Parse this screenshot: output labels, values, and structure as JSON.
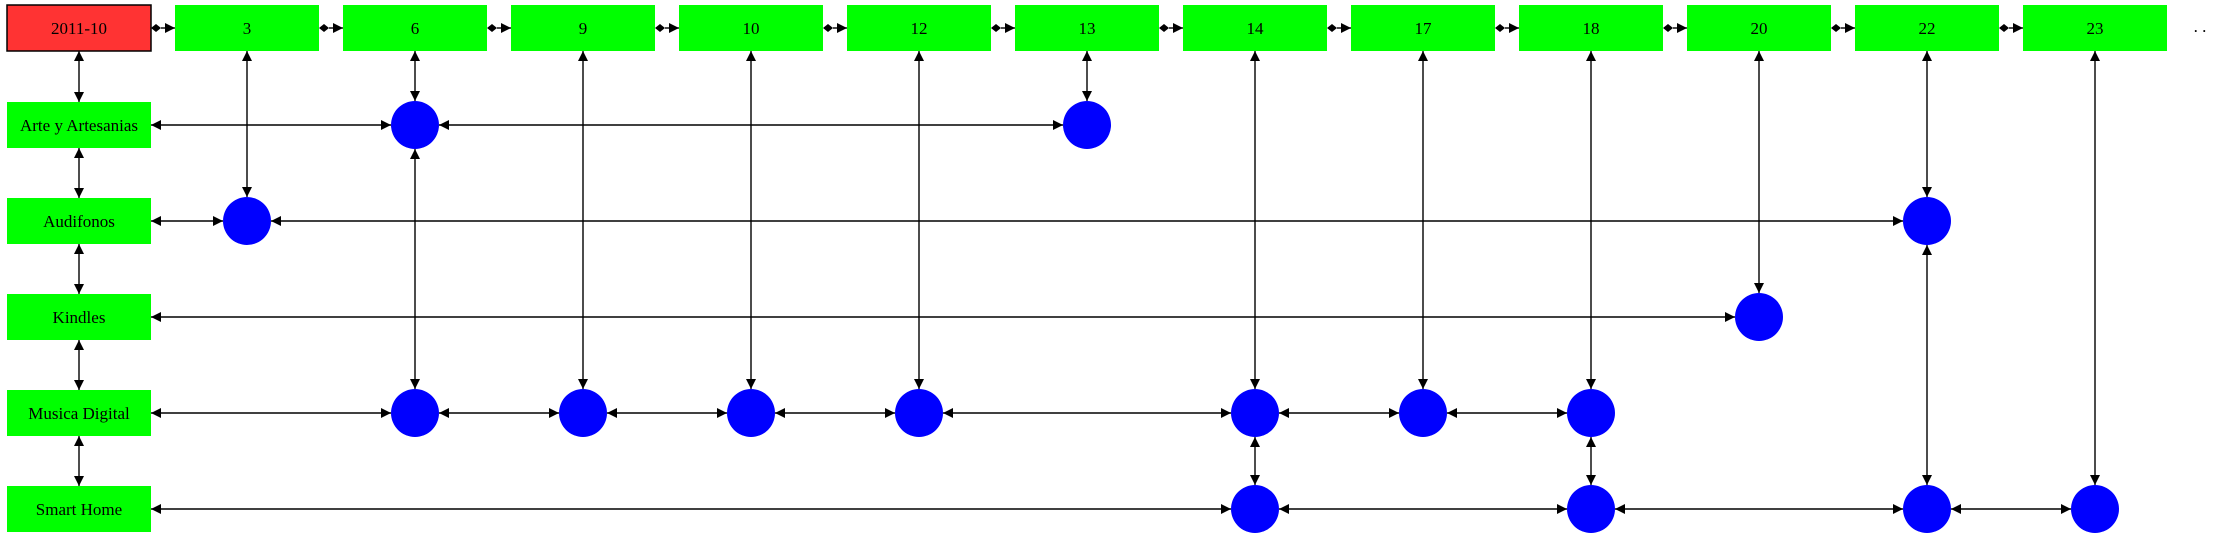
{
  "diagram": {
    "root": {
      "label": "2011-10",
      "fill": "#ff3333"
    },
    "node_fill": "#00ff00",
    "dot_fill": "#0000ff",
    "edge_color": "#000000",
    "ellipsis": ". .",
    "timeline": [
      "3",
      "6",
      "9",
      "10",
      "12",
      "13",
      "14",
      "17",
      "18",
      "20",
      "22",
      "23"
    ],
    "categories": [
      "Arte y Artesanias",
      "Audifonos",
      "Kindles",
      "Musica Digital",
      "Smart Home"
    ],
    "matrix": {
      "Arte y Artesanias": [
        "6",
        "13"
      ],
      "Audifonos": [
        "3",
        "22"
      ],
      "Kindles": [
        "20"
      ],
      "Musica Digital": [
        "6",
        "9",
        "10",
        "12",
        "14",
        "17",
        "18"
      ],
      "Smart Home": [
        "14",
        "18",
        "22",
        "23"
      ]
    }
  }
}
